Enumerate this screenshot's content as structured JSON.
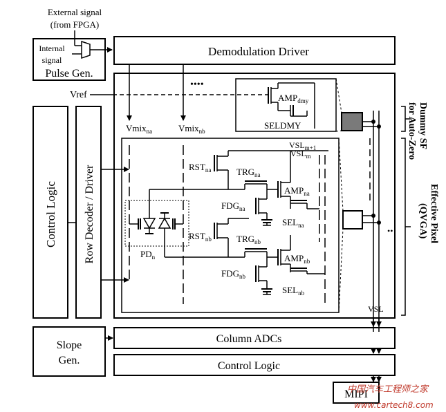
{
  "labels": {
    "external_signal_line1": "External signal",
    "external_signal_line2": "(from FPGA)",
    "internal_signal_line1": "Internal",
    "internal_signal_line2": "signal",
    "pulse_gen": "Pulse Gen.",
    "demod_driver": "Demodulation Driver",
    "dots": "••••",
    "vref": "Vref",
    "vmix_na": "Vmix",
    "vmix_na_sub": "na",
    "vmix_nb": "Vmix",
    "vmix_nb_sub": "nb",
    "amp_dmy": "AMP",
    "amp_dmy_sub": "dmy",
    "seldmy": "SELDMY",
    "control_logic_vert": "Control Logic",
    "row_decoder": "Row Decoder / Driver",
    "rst_na": "RST",
    "rst_na_sub": "na",
    "trg_na": "TRG",
    "trg_na_sub": "na",
    "amp_na": "AMP",
    "amp_na_sub": "na",
    "fdg_na": "FDG",
    "fdg_na_sub": "na",
    "sel_na": "SEL",
    "sel_na_sub": "na",
    "rst_nb": "RST",
    "rst_nb_sub": "nb",
    "trg_nb": "TRG",
    "trg_nb_sub": "nb",
    "amp_nb": "AMP",
    "amp_nb_sub": "nb",
    "fdg_nb": "FDG",
    "fdg_nb_sub": "nb",
    "sel_nb": "SEL",
    "sel_nb_sub": "nb",
    "pd": "PD",
    "pd_sub": "n",
    "vsl_m1": "VSL",
    "vsl_m1_sub": "m+1",
    "vsl_m": "VSL",
    "vsl_m_sub": "m",
    "vsl": "VSL",
    "dummy_sf_line1": "Dummy SF",
    "dummy_sf_line2": "for Auto-Zero",
    "effective_pixel_line1": "Effective Pixel",
    "effective_pixel_line2": "(QVGA)",
    "slope_gen_line1": "Slope",
    "slope_gen_line2": "Gen.",
    "column_adcs": "Column ADCs",
    "control_logic_h": "Control Logic",
    "mipi": "MIPI",
    "watermark_cn": "中国汽车工程师之家",
    "watermark_url": "www.cartech8.com",
    "ellipsis_h": "••"
  },
  "colors": {
    "dummy_pixel_fill": "#7a7a7a",
    "watermark": "#c0392b"
  }
}
